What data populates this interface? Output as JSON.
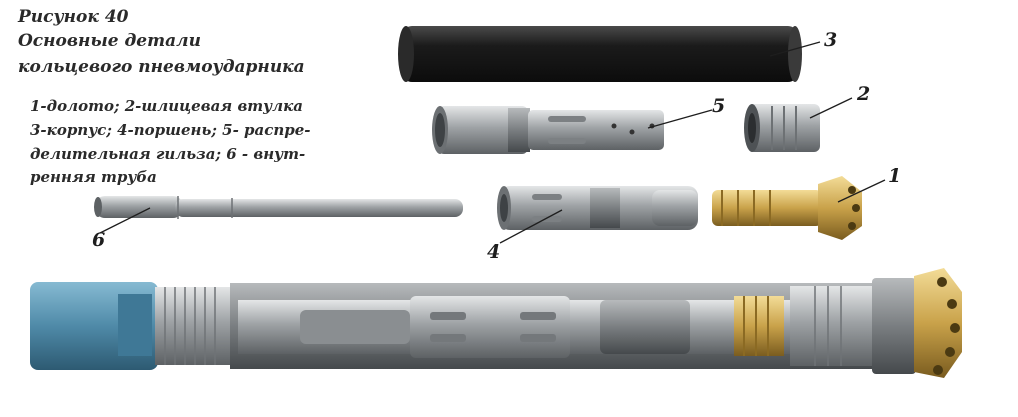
{
  "caption": {
    "title": "Рисунок 40",
    "line1": "Основные детали",
    "line2": "кольцевого пневмоударника"
  },
  "legend": {
    "line1": "1-долото; 2-шлицевая втулка",
    "line2": "3-корпус; 4-поршень; 5- распре-",
    "line3": "делительная гильза; 6 - внут-",
    "line4": "ренняя труба"
  },
  "callouts": {
    "c1": "1",
    "c2": "2",
    "c3": "3",
    "c4": "4",
    "c5": "5",
    "c6": "6"
  },
  "colors": {
    "housing_black": "#1a1a1a",
    "steel_grey": "#8f9396",
    "bit_gold": "#c9a24a",
    "adapter_blue": "#4f8aa8"
  }
}
